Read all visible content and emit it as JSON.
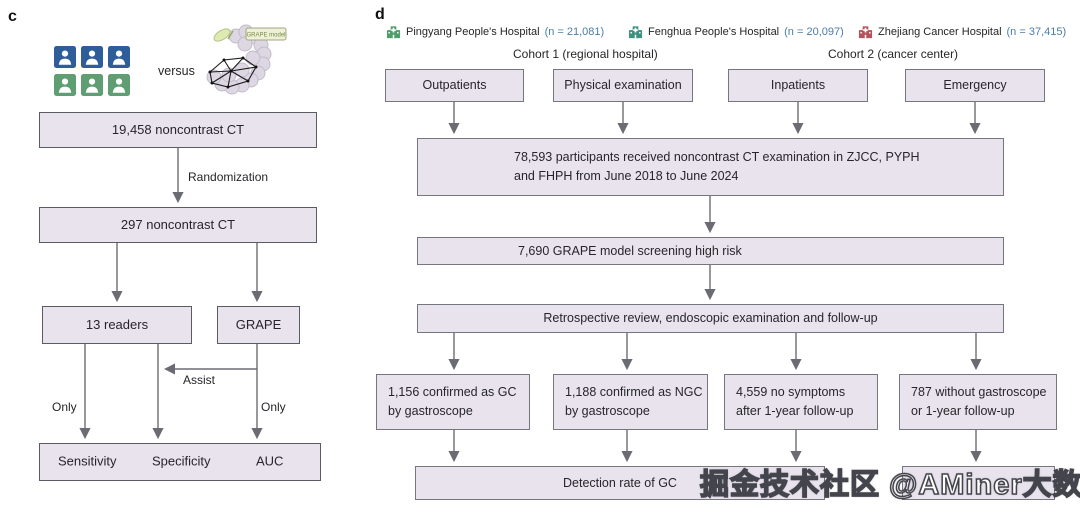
{
  "panel_c": {
    "label": "c",
    "versus_label": "versus",
    "grape_tag": "GRAPE model",
    "box_19458": "19,458 noncontrast CT",
    "randomization_label": "Randomization",
    "box_297": "297 noncontrast CT",
    "box_readers": "13 readers",
    "box_grape": "GRAPE",
    "assist_label": "Assist",
    "only_left": "Only",
    "only_right": "Only",
    "metrics": [
      "Sensitivity",
      "Specificity",
      "AUC"
    ]
  },
  "panel_d": {
    "label": "d",
    "legend": [
      {
        "name": "Pingyang People's Hospital",
        "n_value": "(n = 21,081)",
        "color": "#4e9d6a"
      },
      {
        "name": "Fenghua People's Hospital",
        "n_value": "(n = 20,097)",
        "color": "#3f9180"
      },
      {
        "name": "Zhejiang Cancer Hospital",
        "n_value": "(n = 37,415)",
        "color": "#b5535c"
      }
    ],
    "cohort1": "Cohort 1 (regional hospital)",
    "cohort2": "Cohort 2 (cancer center)",
    "sources": [
      "Outpatients",
      "Physical examination",
      "Inpatients",
      "Emergency"
    ],
    "participants_lines": [
      "78,593 participants received noncontrast CT examination in ZJCC, PYPH",
      "and FHPH from June 2018 to June 2024"
    ],
    "screening": "7,690 GRAPE model screening high risk",
    "review": "Retrospective review, endoscopic examination and follow-up",
    "outcomes": [
      {
        "lines": [
          "1,156 confirmed as GC",
          "by gastroscope"
        ]
      },
      {
        "lines": [
          "1,188 confirmed as NGC",
          "by gastroscope"
        ]
      },
      {
        "lines": [
          "4,559 no symptoms",
          "after 1-year follow-up"
        ]
      },
      {
        "lines": [
          "787 without gastroscope",
          "or 1-year follow-up"
        ]
      }
    ],
    "detection": "Detection rate of GC"
  },
  "watermark": "掘金技术社区 @AMiner大数据",
  "colors": {
    "box_fill": "#e9e3ee",
    "box_border": "#767680",
    "box_border_dark": "#5b5b63",
    "arrow": "#6b6b73",
    "text": "#26262a",
    "n_value": "#4a7da8",
    "doctor_blue": "#2f5d99",
    "doctor_green": "#5f9d72",
    "watermark_fill": "#ffffff",
    "watermark_stroke": "#44444c",
    "grape_circle": "#dcd7e3",
    "leaf_green": "#dfe9b2"
  }
}
